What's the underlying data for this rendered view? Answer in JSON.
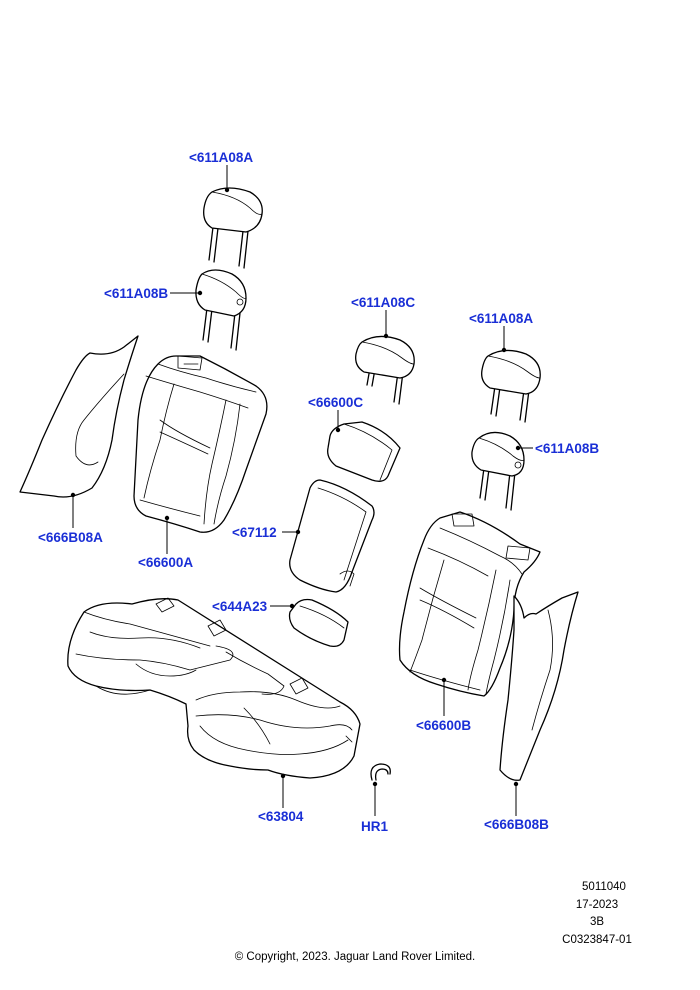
{
  "callout_color": "#1a2fd6",
  "callouts": {
    "hr_611a08a_left": "<611A08A",
    "hr_611a08b_left": "<611A08B",
    "hr_611a08c_center": "<611A08C",
    "hr_611a08a_right": "<611A08A",
    "hr_611a08b_right": "<611A08B",
    "armrest_66600c": "<66600C",
    "armrest_67112": "<67112",
    "cupholder_644a23": "<644A23",
    "panel_666b08a": "<666B08A",
    "back_66600a": "<66600A",
    "back_66600b": "<66600B",
    "cushion_63804": "<63804",
    "clip_hr1": "HR1",
    "panel_666b08b": "<666B08B"
  },
  "meta": {
    "line1": "5011040",
    "line2": "17-2023",
    "line3": "3B",
    "line4": "C0323847-01",
    "copyright": "© Copyright, 2023. Jaguar Land Rover Limited."
  }
}
